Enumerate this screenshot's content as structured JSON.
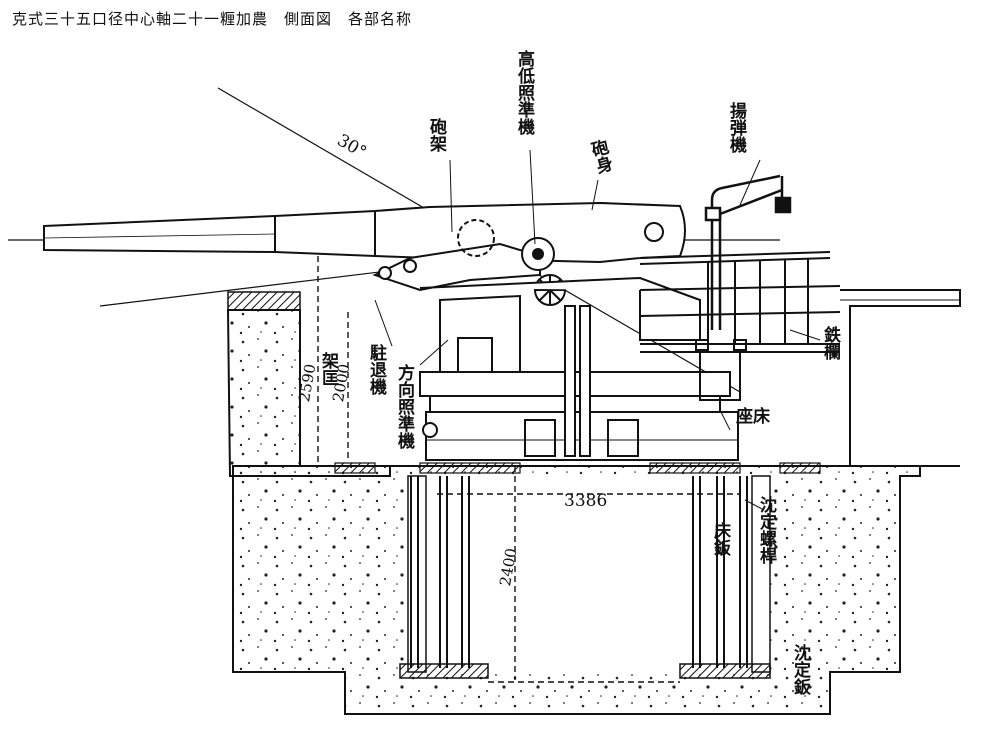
{
  "title": "克式三十五口径中心軸二十一糎加農　側面図　各部名称",
  "labels": {
    "gun_carriage": "砲架",
    "elevation_sight": "高低照準機",
    "barrel": "砲身",
    "crane": "揚弾機",
    "railing": "鉄欄",
    "firing_gear": "駐退機",
    "azimuth_sight": "方向照準機",
    "base_frame": "座床",
    "recess_mark": "架匡",
    "anchor_frame": "床鈑",
    "foundation_bolts": "沈定螺桿",
    "foundation_plate": "沈定鈑"
  },
  "dimensions": {
    "angle": "30°",
    "height_total": "2590",
    "height_inner": "2000",
    "bolt_span": "3386",
    "bolt_depth": "2400"
  }
}
